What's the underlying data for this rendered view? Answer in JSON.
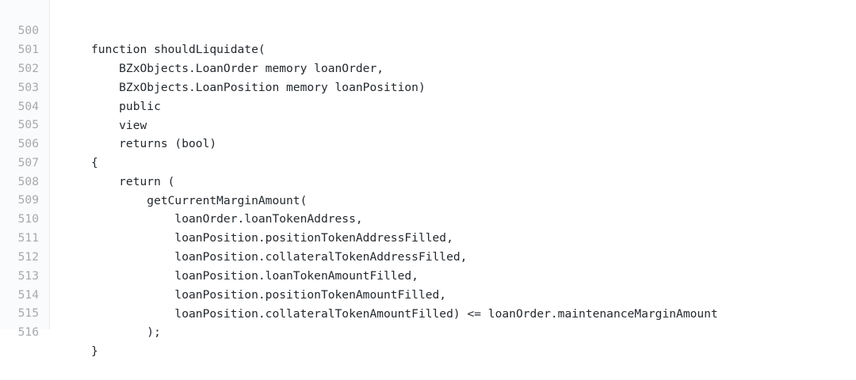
{
  "code": {
    "lines": [
      {
        "number": "500",
        "text": "function shouldLiquidate("
      },
      {
        "number": "501",
        "text": "    BZxObjects.LoanOrder memory loanOrder,"
      },
      {
        "number": "502",
        "text": "    BZxObjects.LoanPosition memory loanPosition)"
      },
      {
        "number": "503",
        "text": "    public"
      },
      {
        "number": "504",
        "text": "    view"
      },
      {
        "number": "505",
        "text": "    returns (bool)"
      },
      {
        "number": "506",
        "text": "{"
      },
      {
        "number": "507",
        "text": "    return ("
      },
      {
        "number": "508",
        "text": "        getCurrentMarginAmount("
      },
      {
        "number": "509",
        "text": "            loanOrder.loanTokenAddress,"
      },
      {
        "number": "510",
        "text": "            loanPosition.positionTokenAddressFilled,"
      },
      {
        "number": "511",
        "text": "            loanPosition.collateralTokenAddressFilled,"
      },
      {
        "number": "512",
        "text": "            loanPosition.loanTokenAmountFilled,"
      },
      {
        "number": "513",
        "text": "            loanPosition.positionTokenAmountFilled,"
      },
      {
        "number": "514",
        "text": "            loanPosition.collateralTokenAmountFilled) <= loanOrder.maintenanceMarginAmount"
      },
      {
        "number": "515",
        "text": "        );"
      },
      {
        "number": "516",
        "text": "}"
      }
    ]
  }
}
